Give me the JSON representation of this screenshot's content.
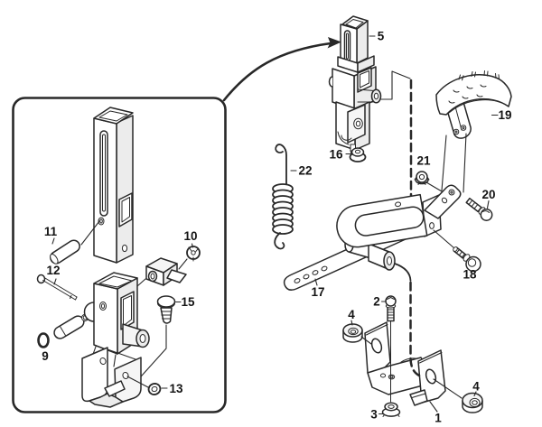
{
  "figure": {
    "type": "exploded-parts-diagram",
    "background": "#ffffff",
    "line_color": "#282828",
    "shade_color": "#ececec",
    "callouts": {
      "part1": "1",
      "part2": "2",
      "part3": "3",
      "part4_left": "4",
      "part4_right": "4",
      "part5": "5",
      "part9": "9",
      "part10": "10",
      "part11": "11",
      "part12": "12",
      "part13": "13",
      "part15": "15",
      "part16": "16",
      "part17": "17",
      "part18": "18",
      "part19": "19",
      "part20": "20",
      "part21": "21",
      "part22": "22"
    }
  }
}
